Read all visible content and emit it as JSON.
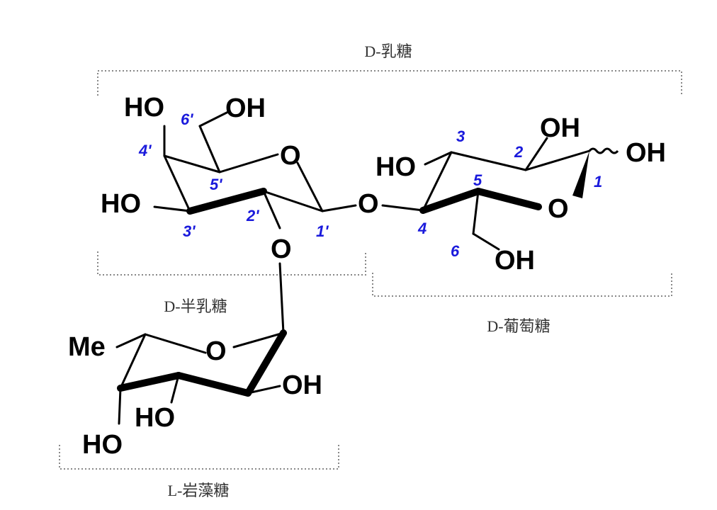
{
  "labels": {
    "lactose": "D-乳糖",
    "galactose": "D-半乳糖",
    "glucose": "D-葡萄糖",
    "fucose": "L-岩藻糖"
  },
  "atoms": {
    "ho_top": "HO",
    "oh_6p": "OH",
    "o_ring_gal": "O",
    "ho_3p": "HO",
    "o_link": "O",
    "o_2p": "O",
    "ho_glc3": "HO",
    "oh_glc2": "OH",
    "oh_glc1": "OH",
    "o_ring_glc": "O",
    "oh_glc6": "OH",
    "me": "Me",
    "o_ring_fuc": "O",
    "oh_fuc": "OH",
    "ho_fuc_mid": "HO",
    "ho_fuc_low": "HO"
  },
  "numbers": {
    "n6p": "6'",
    "n4p": "4'",
    "n5p": "5'",
    "n3p": "3'",
    "n2p": "2'",
    "n1p": "1'",
    "n3": "3",
    "n2": "2",
    "n1": "1",
    "n5": "5",
    "n4": "4",
    "n6": "6"
  },
  "colors": {
    "number_color": "#1a1adc",
    "bond_color": "#000000",
    "bracket_color": "#888888"
  }
}
